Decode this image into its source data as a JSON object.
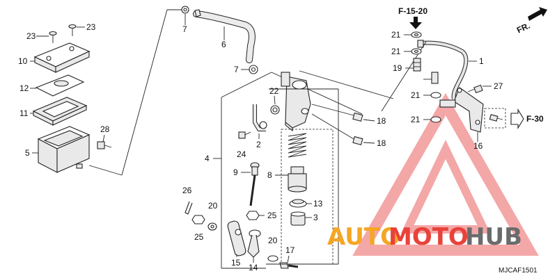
{
  "labels": {
    "p1": "1",
    "p2": "2",
    "p3": "3",
    "p4": "4",
    "p5": "5",
    "p6": "6",
    "p7a": "7",
    "p7b": "7",
    "p8": "8",
    "p9": "9",
    "p10": "10",
    "p11": "11",
    "p12": "12",
    "p13": "13",
    "p14": "14",
    "p15": "15",
    "p16": "16",
    "p17": "17",
    "p18a": "18",
    "p18b": "18",
    "p19": "19",
    "p20a": "20",
    "p20b": "20",
    "p21a": "21",
    "p21b": "21",
    "p21c": "21",
    "p21d": "21",
    "p22": "22",
    "p23a": "23",
    "p23b": "23",
    "p24": "24",
    "p25a": "25",
    "p25b": "25",
    "p26": "26",
    "p27": "27",
    "p28": "28"
  },
  "refs": {
    "top": "F-15-20",
    "right": "F-30",
    "front": "FR."
  },
  "code": "MJCAF1501",
  "watermark": {
    "word1": "AUTO",
    "word2": "MOTO",
    "word3": "HUB",
    "color_orange": "#f5a623",
    "color_red": "#e8423a",
    "color_gray": "#6b6b6b"
  }
}
